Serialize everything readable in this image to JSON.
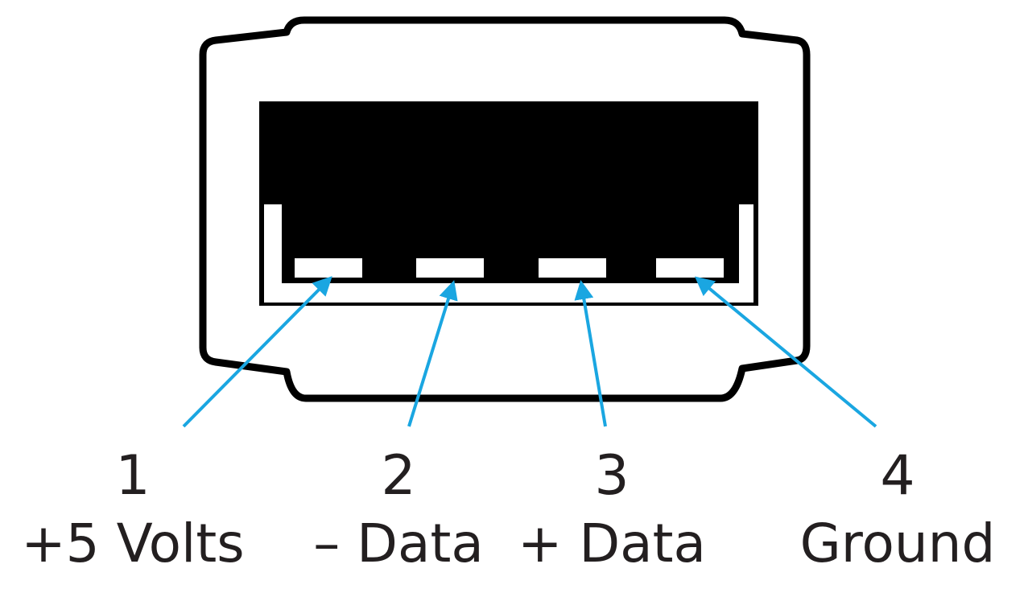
{
  "colors": {
    "outline": "#000000",
    "cavity": "#000000",
    "contacts": "#ffffff",
    "arrows": "#1aa6e1",
    "text": "#231f20"
  },
  "pins": [
    {
      "number": "1",
      "name": "+5 Volts"
    },
    {
      "number": "2",
      "name": "– Data"
    },
    {
      "number": "3",
      "name": "+ Data"
    },
    {
      "number": "4",
      "name": "Ground"
    }
  ]
}
